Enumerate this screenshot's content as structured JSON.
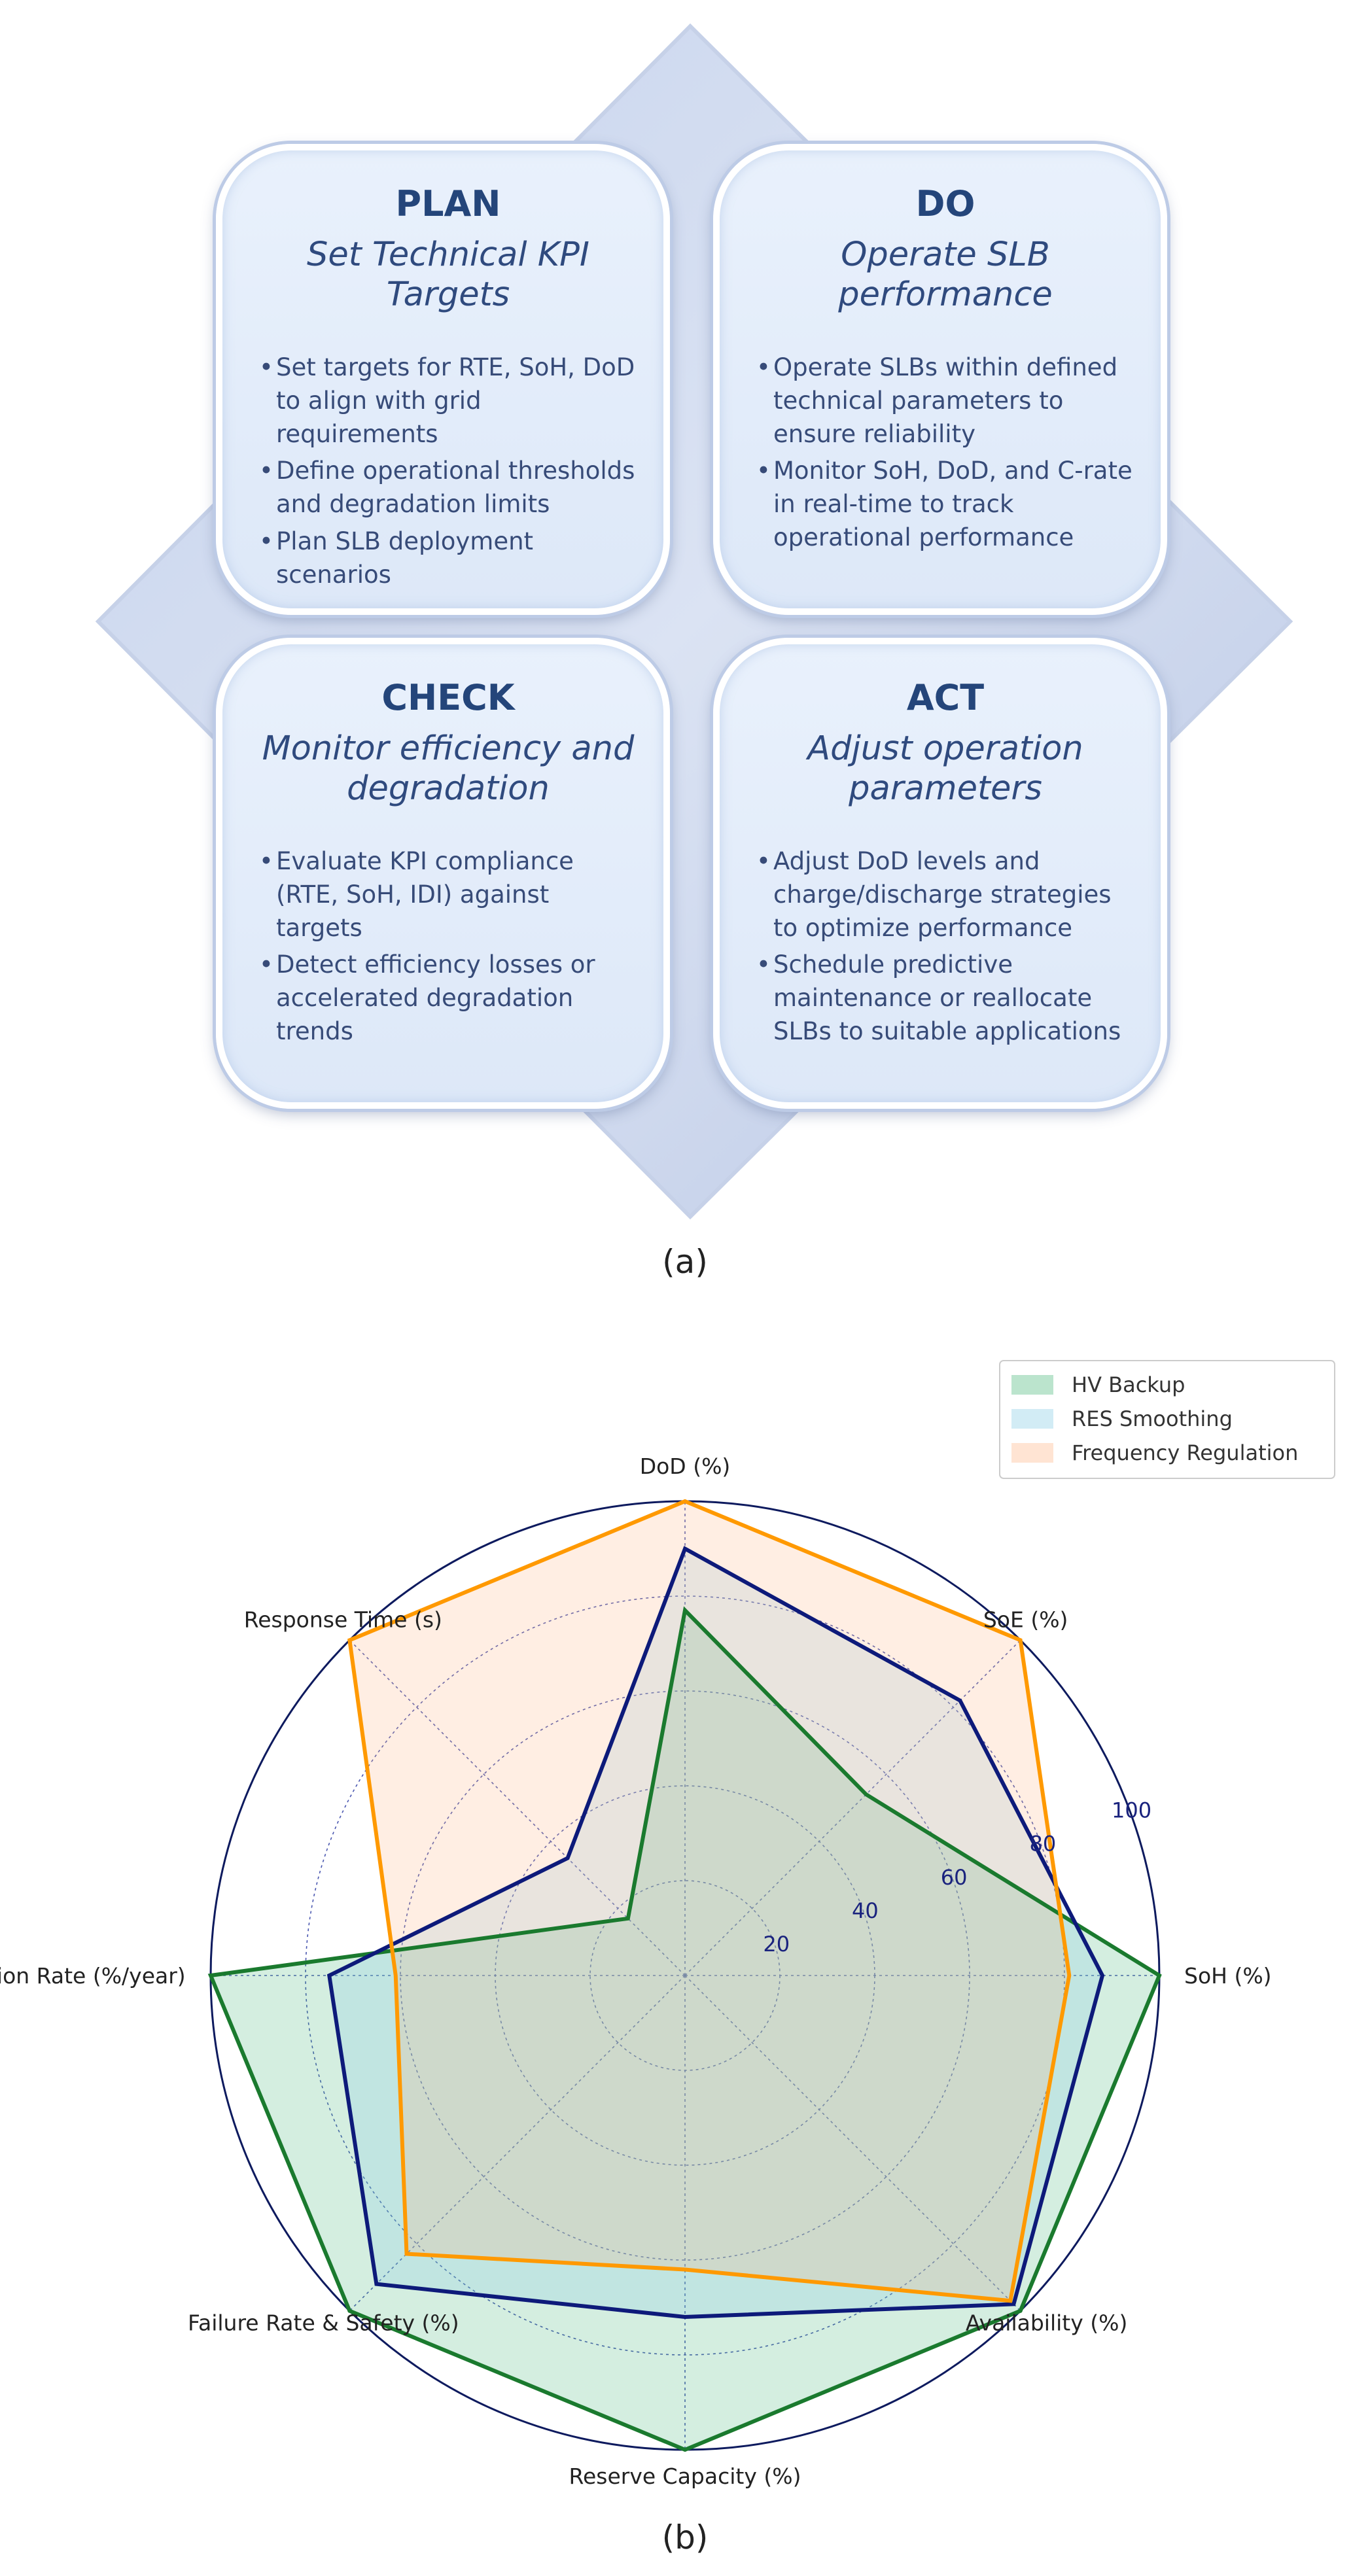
{
  "panel_a": {
    "caption": "(a)",
    "cards": {
      "plan": {
        "heading": "PLAN",
        "subtitle": "Set Technical KPI Targets",
        "bullets": [
          "Set targets for RTE, SoH, DoD to align with grid requirements",
          "Define operational thresholds and degradation limits",
          "Plan SLB deployment scenarios"
        ]
      },
      "do": {
        "heading": "DO",
        "subtitle": "Operate SLB performance",
        "bullets": [
          "Operate SLBs within defined technical parameters to ensure reliability",
          "Monitor SoH, DoD, and C-rate in real-time to track operational performance"
        ]
      },
      "check": {
        "heading": "CHECK",
        "subtitle": "Monitor efficiency and degradation",
        "bullets": [
          "Evaluate KPI compliance (RTE, SoH, IDI) against targets",
          "Detect efficiency losses or accelerated degradation trends"
        ]
      },
      "act": {
        "heading": "ACT",
        "subtitle": "Adjust operation parameters",
        "bullets": [
          "Adjust DoD levels and charge/discharge strategies to optimize performance",
          "Schedule predictive maintenance or reallocate SLBs to suitable applications"
        ]
      }
    }
  },
  "panel_b": {
    "caption": "(b)"
  },
  "chart_data": {
    "type": "radar",
    "axes": [
      "DoD (%)",
      "SoE (%)",
      "SoH (%)",
      "Availability (%)",
      "Reserve Capacity (%)",
      "Failure Rate & Safety (%)",
      "Degradation Rate (%/year)",
      "Response Time (s)"
    ],
    "rlim": [
      0,
      100
    ],
    "radial_ticks": [
      20,
      40,
      60,
      80,
      100
    ],
    "grid": true,
    "legend_placement": "top-right",
    "series": [
      {
        "name": "HV Backup",
        "values": [
          77,
          54,
          100,
          100,
          100,
          100,
          100,
          17
        ],
        "line_color": "#1a7a2e",
        "fill_color": "#3cb371"
      },
      {
        "name": "RES Smoothing",
        "values": [
          90,
          82,
          88,
          98,
          72,
          92,
          75,
          35
        ],
        "line_color": "#0d1a7a",
        "fill_color": "#7ec8e3"
      },
      {
        "name": "Frequency Regulation",
        "values": [
          100,
          100,
          81,
          97,
          62,
          83,
          61,
          100
        ],
        "line_color": "#ff9900",
        "fill_color": "#ffb380"
      }
    ]
  }
}
